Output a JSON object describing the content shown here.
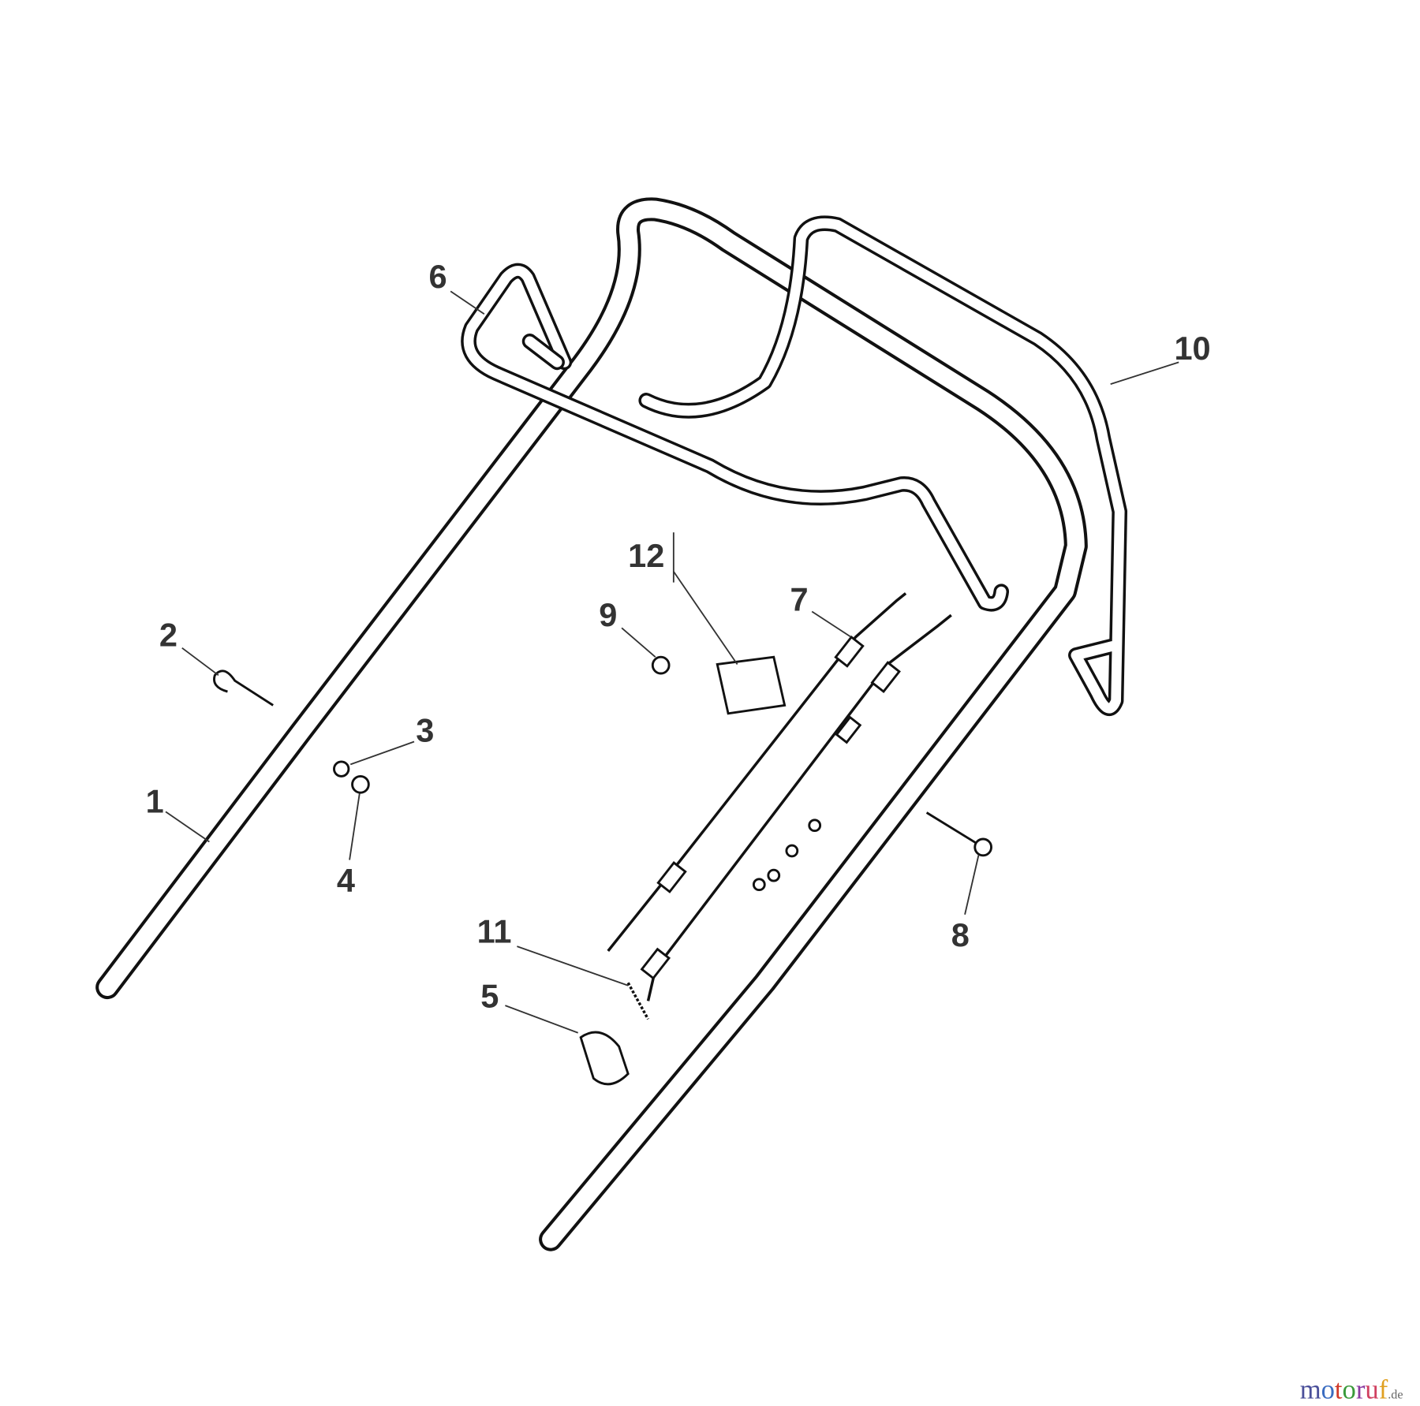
{
  "diagram": {
    "part_labels": [
      "1",
      "2",
      "3",
      "4",
      "5",
      "6",
      "7",
      "8",
      "9",
      "10",
      "11",
      "12"
    ]
  },
  "watermark": {
    "logo_text": "motoruf",
    "logo_suffix": ".de",
    "letter_colors": [
      "#4a4f9a",
      "#3a6cc0",
      "#d03a2a",
      "#3a9a3a",
      "#8a3aa0",
      "#d04060",
      "#e0a020"
    ],
    "suffix_color": "#666666"
  }
}
